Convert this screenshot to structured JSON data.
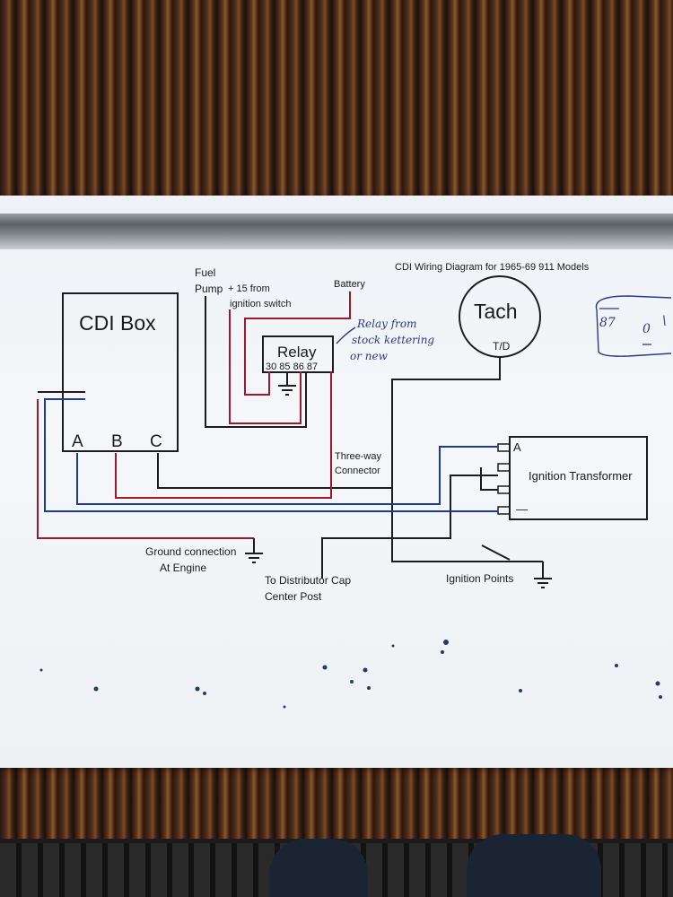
{
  "title": "CDI Wiring Diagram for 1965-69 911 Models",
  "cdi_box": {
    "label": "CDI Box",
    "terminals": [
      "A",
      "B",
      "C"
    ]
  },
  "relay": {
    "label": "Relay",
    "pins": "30 85 86 87"
  },
  "tach": {
    "label": "Tach",
    "terminal": "T/D"
  },
  "ignition_transformer": {
    "label": "Ignition Transformer",
    "terminal_a": "A",
    "terminal_minus": "—"
  },
  "labels": {
    "fuel_pump": "Fuel",
    "fuel_pump_2": "Pump",
    "plus15": "+ 15 from",
    "ignition_switch": "ignition switch",
    "battery": "Battery",
    "three_way": "Three-way",
    "connector": "Connector",
    "ground": "Ground connection",
    "at_engine": "At Engine",
    "distributor": "To Distributor Cap",
    "center_post": "Center Post",
    "ignition_points": "Ignition Points"
  },
  "handwritten_note": {
    "line1": "Relay from",
    "line2": "stock kettering",
    "line3": "or new"
  },
  "side_note": {
    "text1": "87",
    "text2": "0",
    "text3": "\\"
  },
  "colors": {
    "wire_black": "#1c1c1c",
    "wire_red": "#9c1a2c",
    "wire_blue": "#1d3b8f",
    "ink": "#2a3a8a"
  }
}
